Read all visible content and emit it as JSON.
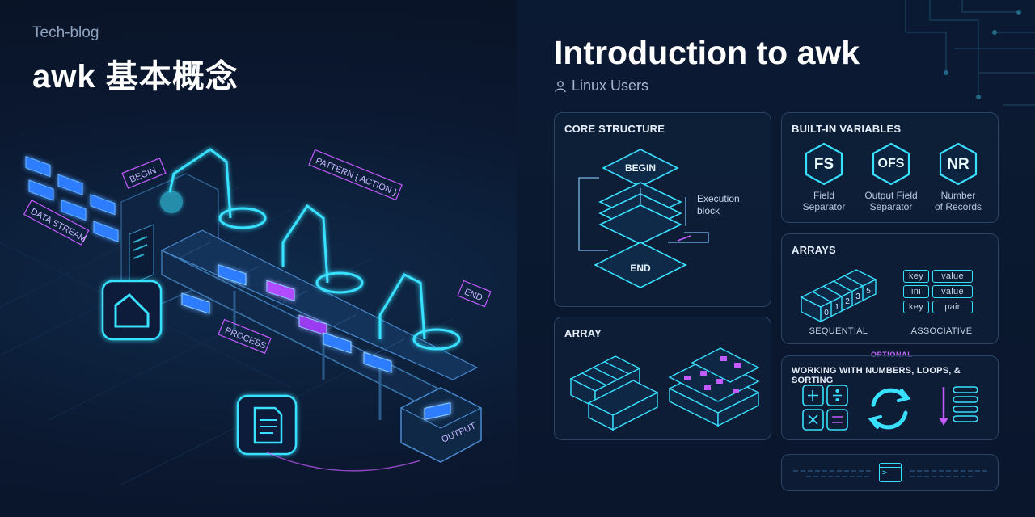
{
  "left": {
    "brand": "Tech-blog",
    "headline": "awk 基本概念",
    "labels": {
      "begin": "BEGIN",
      "pattern_action": "PATTERN { ACTION }",
      "data_stream": "DATA STREAM",
      "end": "END",
      "process": "PROCESS",
      "output": "OUTPUT"
    }
  },
  "right": {
    "title": "Introduction to awk",
    "subtitle": "Linux Users",
    "core_structure": {
      "heading": "CORE STRUCTURE",
      "begin": "BEGIN",
      "end": "END",
      "exec_line1": "Execution",
      "exec_line2": "block"
    },
    "builtin": {
      "heading": "BUILT-IN VARIABLES",
      "items": [
        {
          "abbr": "FS",
          "line1": "Field",
          "line2": "Separator"
        },
        {
          "abbr": "OFS",
          "line1": "Output Field",
          "line2": "Separator"
        },
        {
          "abbr": "NR",
          "line1": "Number",
          "line2": "of Records"
        }
      ]
    },
    "arrays": {
      "heading": "ARRAYS",
      "indices": [
        "0",
        "1",
        "2",
        "3",
        "5"
      ],
      "sequential": "SEQUENTIAL",
      "associative": "ASSOCIATIVE",
      "pairs": [
        {
          "k": "key",
          "v": "value"
        },
        {
          "k": "ini",
          "v": "value"
        },
        {
          "k": "key",
          "v": "pair"
        }
      ]
    },
    "array": {
      "heading": "ARRAY"
    },
    "working": {
      "optional": "OPTIONAL",
      "heading": "WORKING WITH NUMBERS, LOOPS, & SORTING"
    },
    "terminal": {
      "prompt": ">_"
    }
  },
  "colors": {
    "cyan": "#38e1ff",
    "magenta": "#c45bff",
    "blue": "#2f7dff"
  }
}
